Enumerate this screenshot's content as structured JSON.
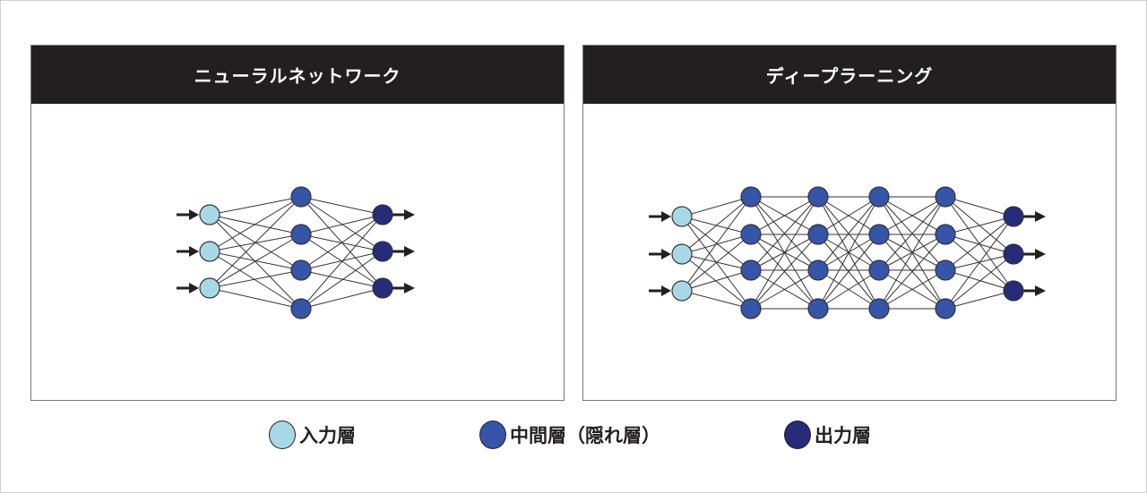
{
  "panels": [
    {
      "title": "ニューラルネットワーク",
      "layers": [
        3,
        4,
        3
      ]
    },
    {
      "title": "ディープラーニング",
      "layers": [
        3,
        4,
        4,
        4,
        4,
        3
      ]
    }
  ],
  "legend": [
    {
      "label": "入力層",
      "color": "#a8d8e6"
    },
    {
      "label": "中間層（隠れ層）",
      "color": "#3654a8"
    },
    {
      "label": "出力層",
      "color": "#262c7a"
    }
  ]
}
